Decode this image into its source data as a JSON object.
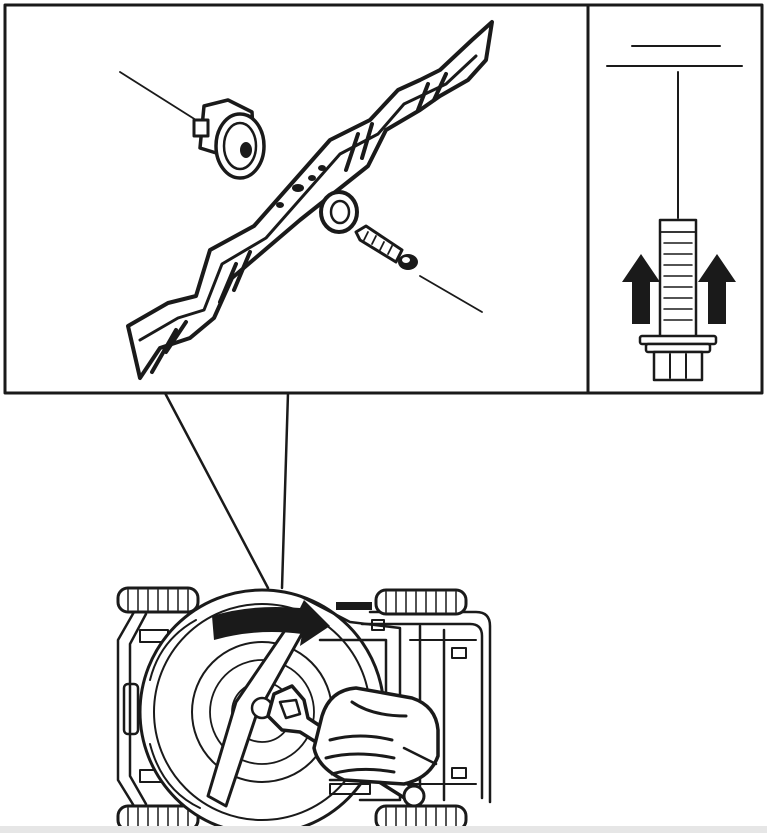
{
  "figure": {
    "kind": "assembly-illustration",
    "subject": "lawn-mower-blade-installation",
    "stroke_color": "#1a1a1a",
    "background_color": "#ffffff",
    "detail_panel": {
      "parts": [
        "blade-adapter",
        "cutting-blade",
        "washer",
        "blade-bolt"
      ],
      "callout_lines": 2
    },
    "inset_panel": {
      "label_lines": 2,
      "arrows": [
        "up-arrow-left",
        "up-arrow-right"
      ],
      "icon": "bolt-icon"
    },
    "mower": {
      "view": "underside",
      "rotation_arrow": "clockwise-arrow-icon",
      "tool": "wrench-icon"
    }
  }
}
